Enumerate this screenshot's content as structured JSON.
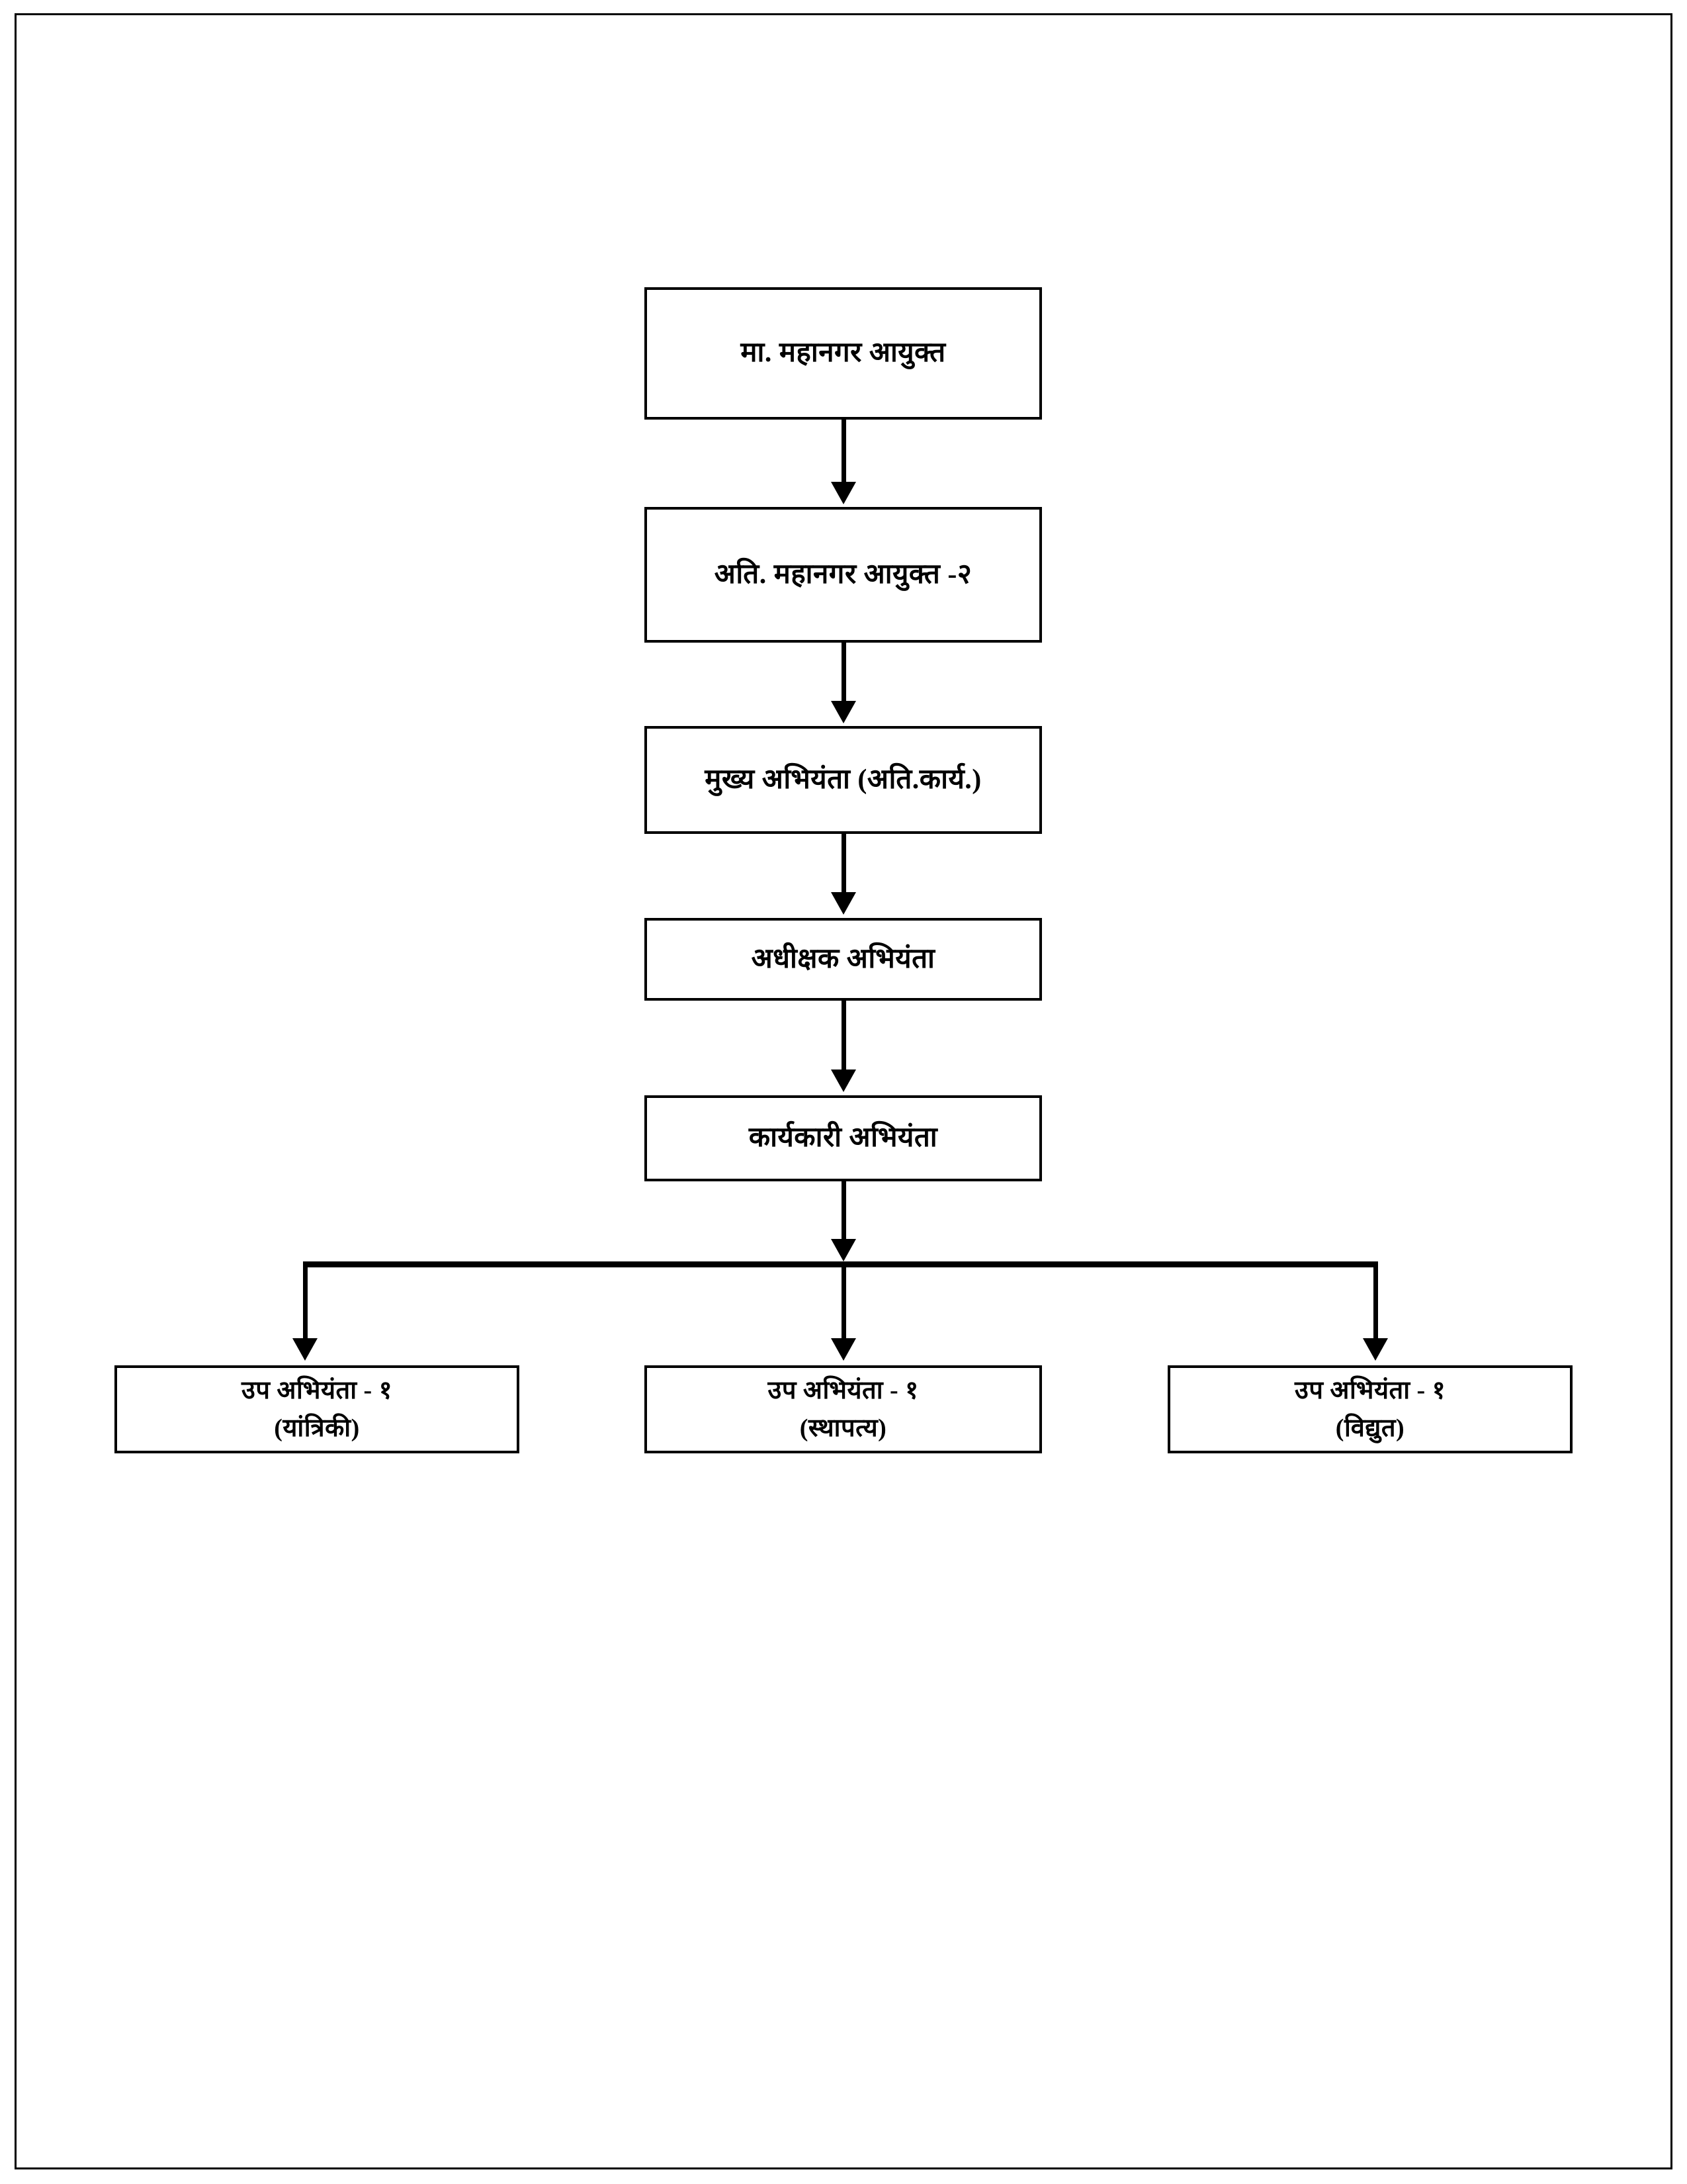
{
  "document": {
    "title": "मा. महानगर आयुक्त",
    "type": "organizational-hierarchy-chart",
    "language": "Marathi"
  },
  "chart_data": {
    "type": "diagram",
    "diagram_type": "organizational-tree",
    "orientation": "top-down",
    "title": "",
    "node_count": 8,
    "levels": 6,
    "nodes": [
      {
        "id": "n1",
        "level": 1,
        "label": "मा. महानगर आयुक्त",
        "sublabel": ""
      },
      {
        "id": "n2",
        "level": 2,
        "label": "अति. महानगर आयुक्त -२",
        "sublabel": ""
      },
      {
        "id": "n3",
        "level": 3,
        "label": "मुख्य अभियंता (अति.कार्य.)",
        "sublabel": ""
      },
      {
        "id": "n4",
        "level": 4,
        "label": "अधीक्षक अभियंता",
        "sublabel": ""
      },
      {
        "id": "n5",
        "level": 5,
        "label": "कार्यकारी अभियंता",
        "sublabel": ""
      },
      {
        "id": "n6",
        "level": 6,
        "label": "उप अभियंता - १",
        "sublabel": "(यांत्रिकी)"
      },
      {
        "id": "n7",
        "level": 6,
        "label": "उप अभियंता - १",
        "sublabel": "(स्थापत्य)"
      },
      {
        "id": "n8",
        "level": 6,
        "label": "उप अभियंता - १",
        "sublabel": "(विद्युत)"
      }
    ],
    "edges": [
      {
        "from": "n1",
        "to": "n2",
        "style": "arrow-down"
      },
      {
        "from": "n2",
        "to": "n3",
        "style": "arrow-down"
      },
      {
        "from": "n3",
        "to": "n4",
        "style": "arrow-down"
      },
      {
        "from": "n4",
        "to": "n5",
        "style": "arrow-down"
      },
      {
        "from": "n5",
        "to": "bus",
        "style": "arrow-down"
      },
      {
        "from": "bus",
        "to": "n6",
        "style": "arrow-down"
      },
      {
        "from": "bus",
        "to": "n7",
        "style": "arrow-down"
      },
      {
        "from": "bus",
        "to": "n8",
        "style": "arrow-down"
      }
    ],
    "colors": {
      "box_border": "#000000",
      "box_fill": "#ffffff",
      "connector": "#000000",
      "text": "#000000",
      "page_background": "#ffffff"
    }
  }
}
